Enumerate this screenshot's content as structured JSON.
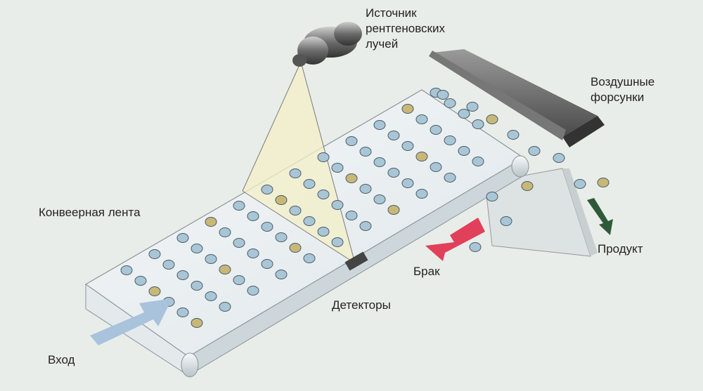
{
  "labels": {
    "source_line1": "Источник",
    "source_line2": "рентгеновских",
    "source_line3": "лучей",
    "nozzles_line1": "Воздушные",
    "nozzles_line2": "форсунки",
    "belt": "Конвеерная лента",
    "product": "Продукт",
    "reject": "Брак",
    "detectors": "Детекторы",
    "input": "Вход"
  },
  "colors": {
    "background": "#e9ede9",
    "reject_arrow": "#e0405a",
    "product_arrow": "#2f5a3a",
    "input_arrow": "#a9c3dc",
    "beam": "#f4f0c8"
  }
}
